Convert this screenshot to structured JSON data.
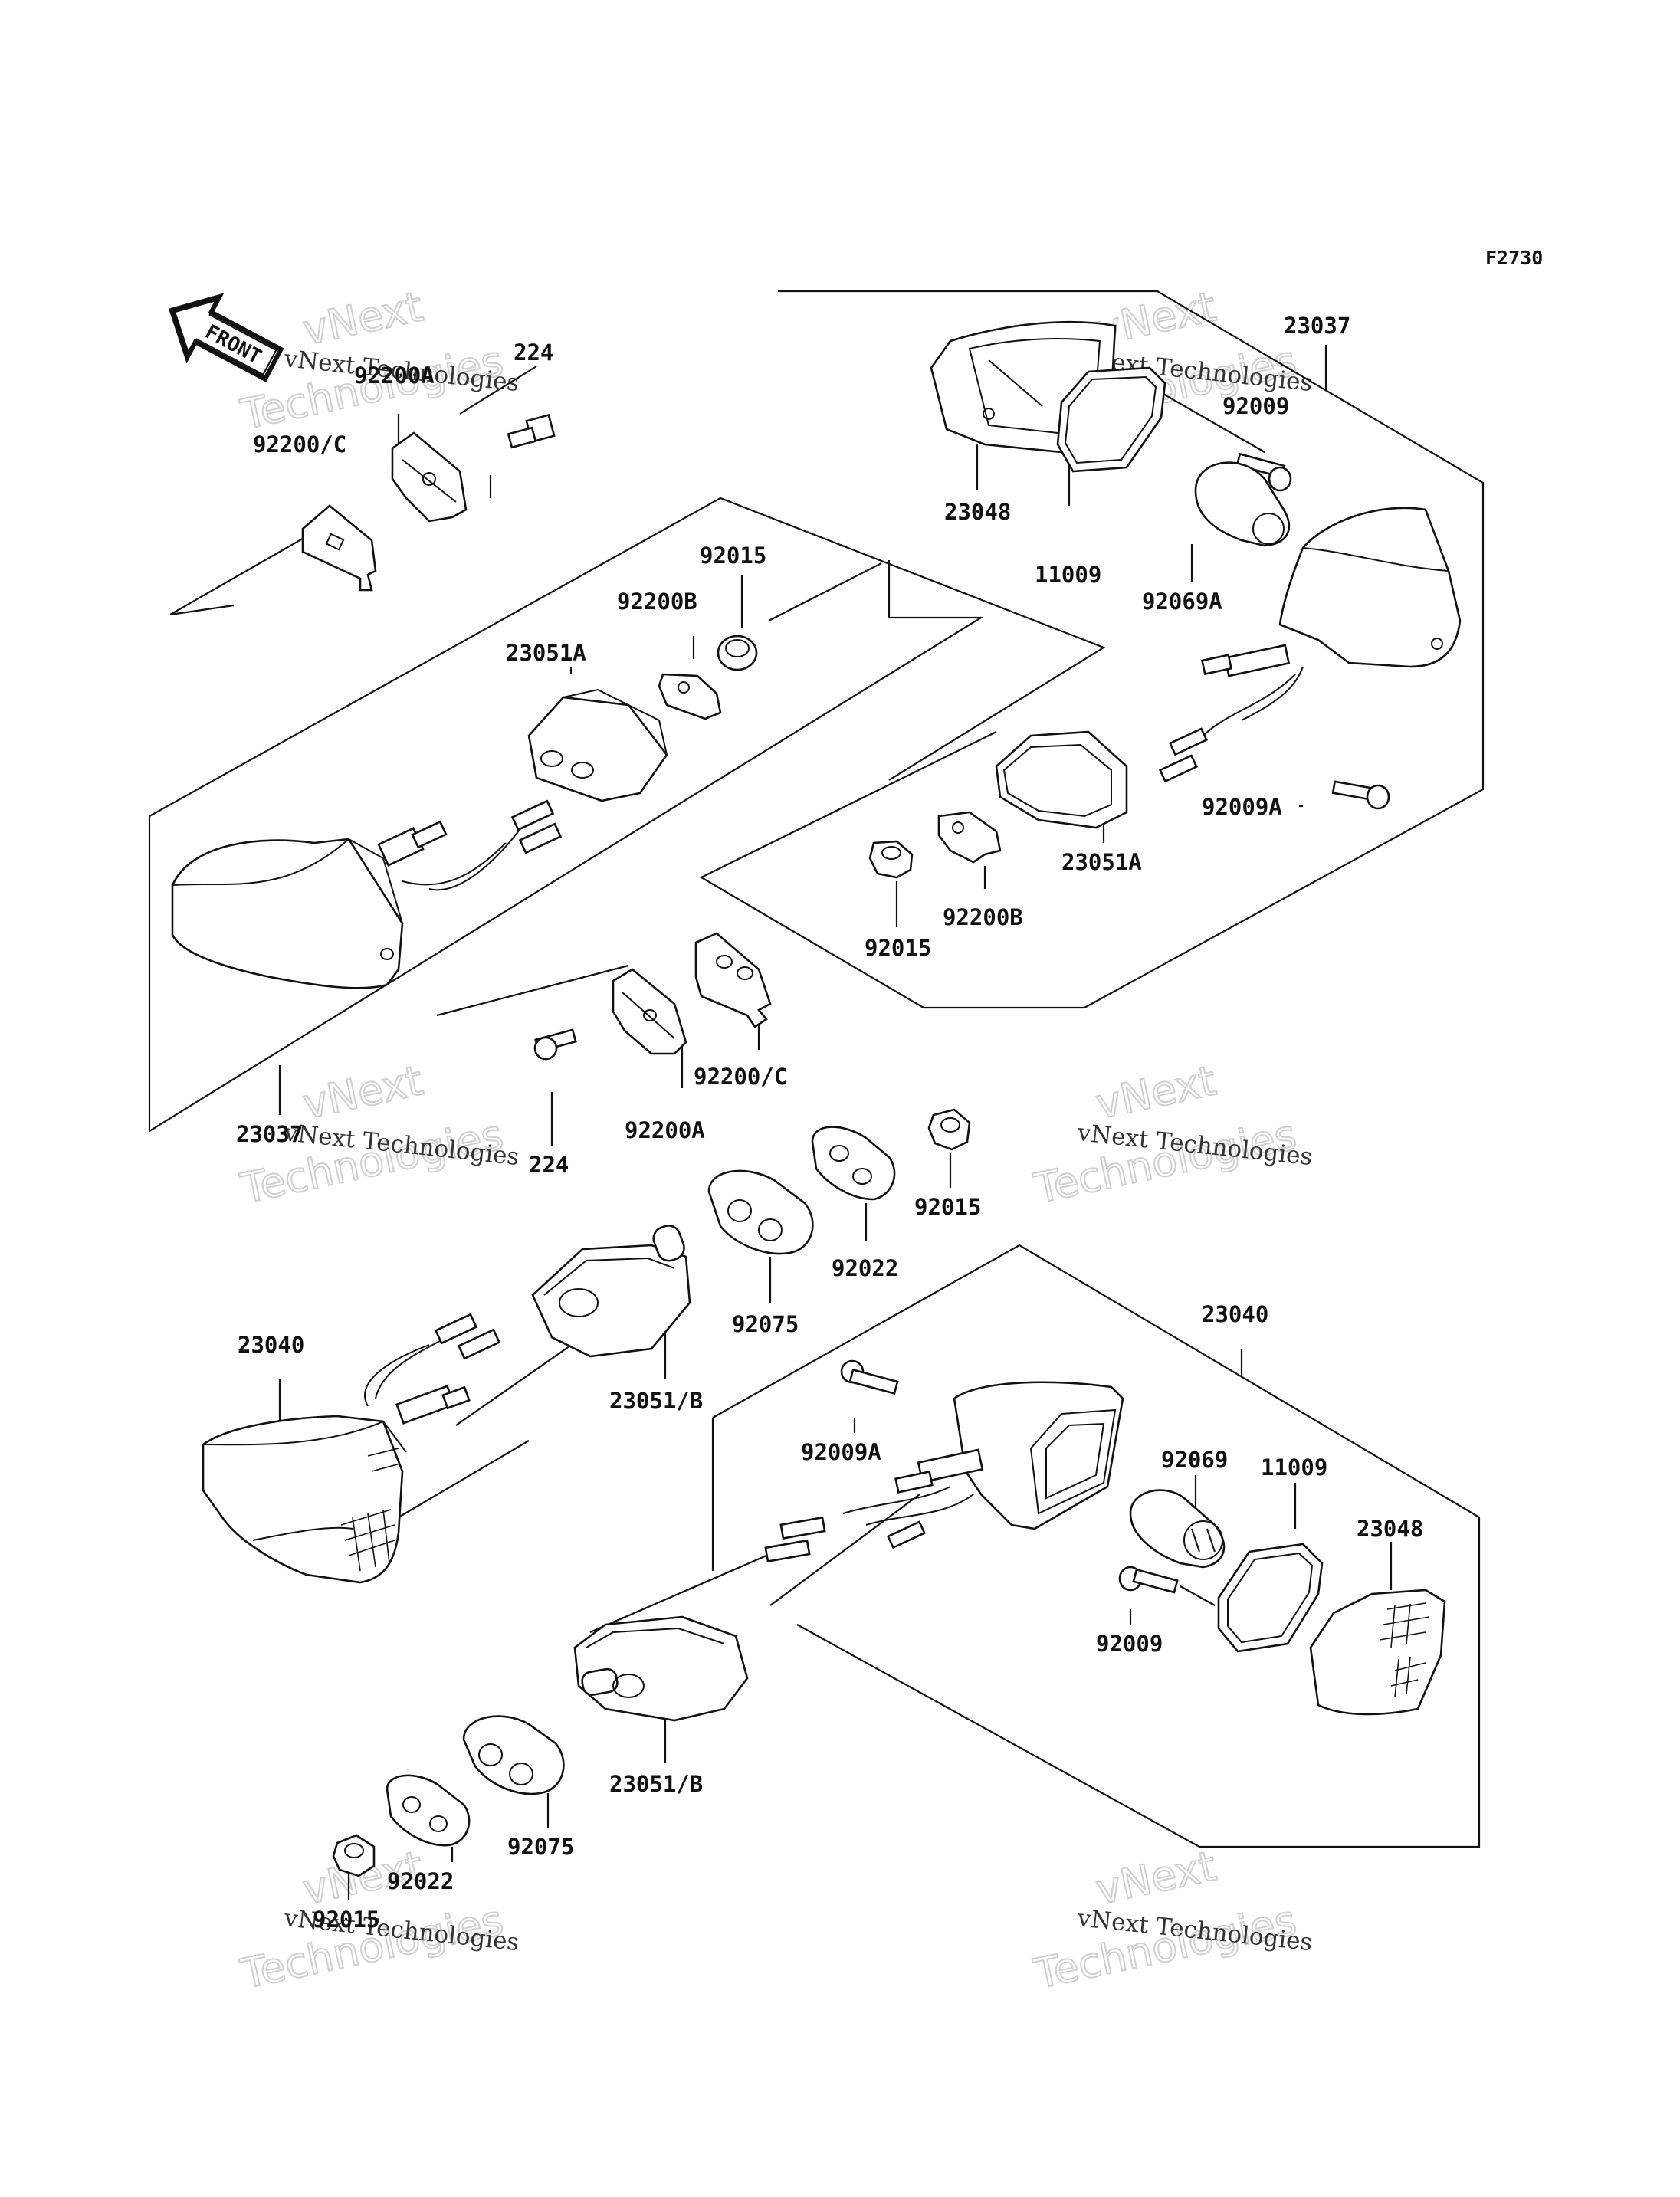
{
  "figure_code": "F2730",
  "front_label": "FRONT",
  "watermark": {
    "line1": "vNext Technologies",
    "line2": "vNext",
    "line3": "Technologies"
  },
  "labels": [
    {
      "id": "lbl-224-top",
      "text": "224"
    },
    {
      "id": "lbl-92200a-top",
      "text": "92200A"
    },
    {
      "id": "lbl-92200c-top",
      "text": "92200/C"
    },
    {
      "id": "lbl-92015-a",
      "text": "92015"
    },
    {
      "id": "lbl-92200b-a",
      "text": "92200B"
    },
    {
      "id": "lbl-23051a-a",
      "text": "23051A"
    },
    {
      "id": "lbl-23037-left",
      "text": "23037"
    },
    {
      "id": "lbl-23037-right",
      "text": "23037"
    },
    {
      "id": "lbl-23048-top",
      "text": "23048"
    },
    {
      "id": "lbl-11009-top",
      "text": "11009"
    },
    {
      "id": "lbl-92009-top",
      "text": "92009"
    },
    {
      "id": "lbl-92069a",
      "text": "92069A"
    },
    {
      "id": "lbl-92009a-top",
      "text": "92009A"
    },
    {
      "id": "lbl-23051a-b",
      "text": "23051A"
    },
    {
      "id": "lbl-92200b-b",
      "text": "92200B"
    },
    {
      "id": "lbl-92015-b",
      "text": "92015"
    },
    {
      "id": "lbl-92200c-mid",
      "text": "92200/C"
    },
    {
      "id": "lbl-92200a-mid",
      "text": "92200A"
    },
    {
      "id": "lbl-224-mid",
      "text": "224"
    },
    {
      "id": "lbl-92015-c",
      "text": "92015"
    },
    {
      "id": "lbl-92022-a",
      "text": "92022"
    },
    {
      "id": "lbl-92075-a",
      "text": "92075"
    },
    {
      "id": "lbl-23040-left",
      "text": "23040"
    },
    {
      "id": "lbl-23051b-a",
      "text": "23051/B"
    },
    {
      "id": "lbl-23040-right",
      "text": "23040"
    },
    {
      "id": "lbl-92009a-bottom",
      "text": "92009A"
    },
    {
      "id": "lbl-92069",
      "text": "92069"
    },
    {
      "id": "lbl-11009-bottom",
      "text": "11009"
    },
    {
      "id": "lbl-23048-bottom",
      "text": "23048"
    },
    {
      "id": "lbl-92009-bottom",
      "text": "92009"
    },
    {
      "id": "lbl-23051b-b",
      "text": "23051/B"
    },
    {
      "id": "lbl-92075-b",
      "text": "92075"
    },
    {
      "id": "lbl-92022-b",
      "text": "92022"
    },
    {
      "id": "lbl-92015-d",
      "text": "92015"
    }
  ]
}
